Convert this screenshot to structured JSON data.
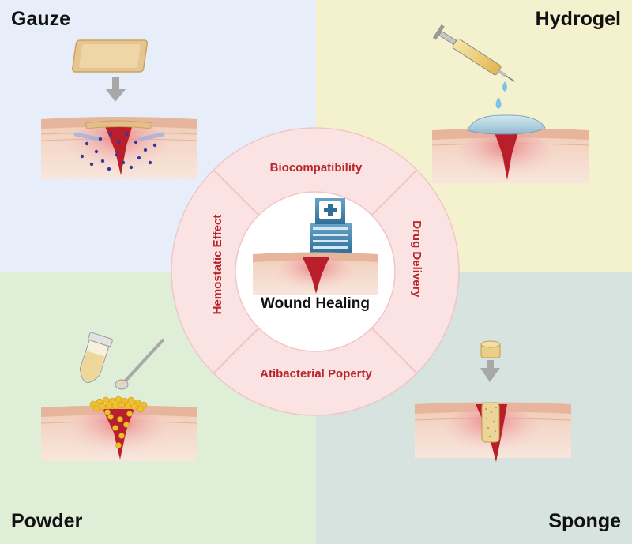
{
  "quadrants": {
    "gauze": "Gauze",
    "hydrogel": "Hydrogel",
    "powder": "Powder",
    "sponge": "Sponge"
  },
  "ring": {
    "top": "Biocompatibility",
    "right": "Drug Delivery",
    "bottom": "Atibacterial Poperty",
    "left": "Hemostatic Effect"
  },
  "center": {
    "title": "Wound Healing"
  },
  "colors": {
    "gauze_bg": "#e8eef9",
    "hydrogel_bg": "#f4f1cf",
    "powder_bg": "#dfeed6",
    "sponge_bg": "#d6e3df",
    "ring_fill": "#fbe3e4",
    "ring_text": "#b8262a",
    "wound_red": "#b91f2a"
  },
  "icons": [
    "gauze-pad-icon",
    "syringe-icon",
    "tube-icon",
    "spatula-icon",
    "sponge-plug-icon",
    "hospital-icon",
    "down-arrow-icon"
  ]
}
